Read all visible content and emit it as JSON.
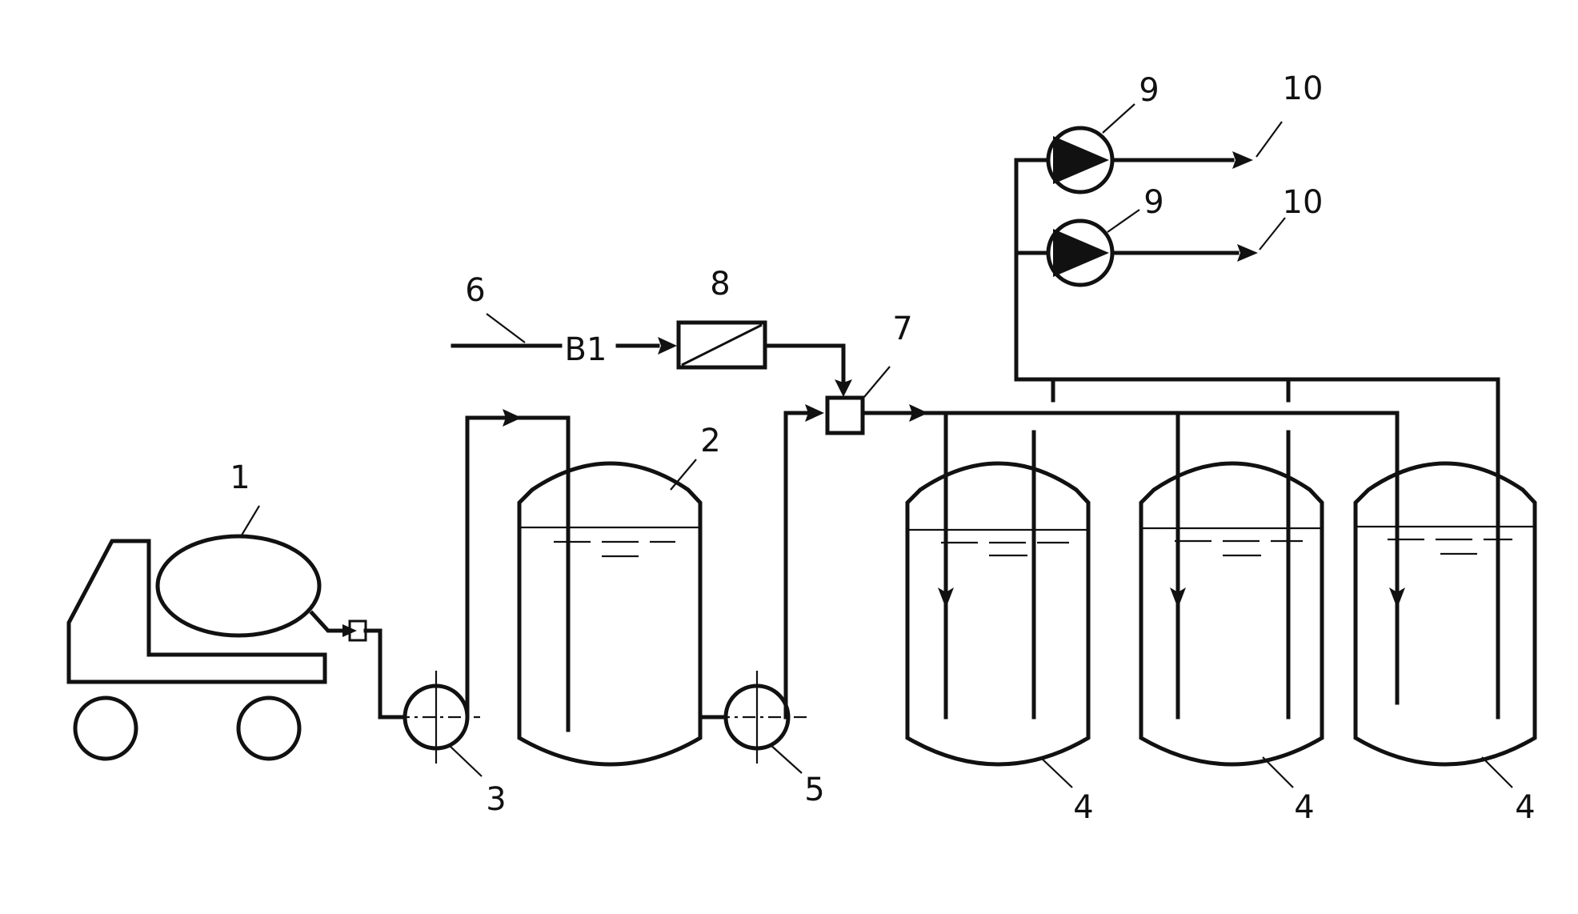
{
  "labels": {
    "truck": "1",
    "storage_tank": "2",
    "feed_pump": "3",
    "tanks": [
      "4",
      "4",
      "4"
    ],
    "transfer_pump": "5",
    "inlet_line": "6",
    "mixer": "7",
    "dosing_unit": "8",
    "discharge_pumps": [
      "9",
      "9"
    ],
    "outlets": [
      "10",
      "10"
    ]
  },
  "inlet_code": "B1",
  "icons": [
    "truck-icon",
    "tank-icon",
    "pump-icon",
    "mixer-icon",
    "filter-icon"
  ]
}
